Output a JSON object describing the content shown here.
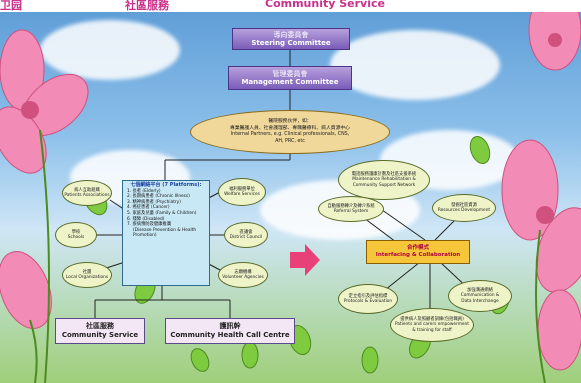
{
  "header": {
    "left_fragment": "卫园",
    "middle_chinese": "社區服務",
    "english": "Community Service"
  },
  "steering": {
    "zh": "導向委員會",
    "en": "Steering Committee"
  },
  "management": {
    "zh": "管理委員會",
    "en": "Management Committee"
  },
  "partners": {
    "zh_line1": "醫院服務伙伴，如：",
    "zh_line2": "專業醫護人員、社會護理部、專職醫療科、病人資源中心",
    "en_line1": "Internal Partners, e.g. Clinical professionals, CNS,",
    "en_line2": "AH, PRC, etc"
  },
  "platforms": {
    "title": "七個網絡平台 (7 Platforms):",
    "items": [
      "1. 長者 (Elderly)",
      "2. 長期病患者 (Chronic Illness)",
      "3. 精神病患者 (Psychiatry)",
      "4. 癌症患者 (Cancer)",
      "5. 家庭及兒童 (Family & Children)",
      "6. 殘障 (Disabled)",
      "7. 疾病預防及健康推廣"
    ],
    "item7_en_1": "(Disease Prevention & Health",
    "item7_en_2": "Promotion)"
  },
  "left_nodes": [
    {
      "zh": "病人互助組織",
      "en": "Patients Associations"
    },
    {
      "zh": "學校",
      "en": "Schools"
    },
    {
      "zh": "社團",
      "en": "Local Organizations"
    },
    {
      "zh": "福利服務單位",
      "en": "Welfare Services"
    },
    {
      "zh": "區議會",
      "en": "District Council"
    },
    {
      "zh": "志願機構",
      "en": "Volunteer Agencies"
    }
  ],
  "right_nodes": [
    {
      "zh": "電話服務護康計劃及社區支援系統",
      "en1": "Maintenance Rehabilitation &",
      "en2": "Community Support Network"
    },
    {
      "zh": "自動服務轉介及轉介系統",
      "en1": "Referral System",
      "en2": ""
    },
    {
      "zh": "發掘社區資源",
      "en1": "Resources Development",
      "en2": ""
    },
    {
      "zh": "定立指引及評估指標",
      "en1": "Protocols & Evaluation",
      "en2": ""
    },
    {
      "zh": "加強溝通網絡",
      "en1": "Communication &",
      "en2": "Data Interchange"
    },
    {
      "zh": "提供病人及照顧者訓練(包括職員)",
      "en1": "Patients and carers empowerment",
      "en2": "& training for staff"
    }
  ],
  "center": {
    "zh": "合作模式",
    "en": "Interfacing & Collaboration"
  },
  "footer": {
    "community": {
      "zh": "社區服務",
      "en": "Community Service"
    },
    "callcentre": {
      "zh": "護訊幹",
      "en": "Community Health Call Centre"
    }
  },
  "colors": {
    "accent_pink": "#e8417a",
    "purple": "#7a5cb8",
    "gold": "#f6c63a"
  }
}
